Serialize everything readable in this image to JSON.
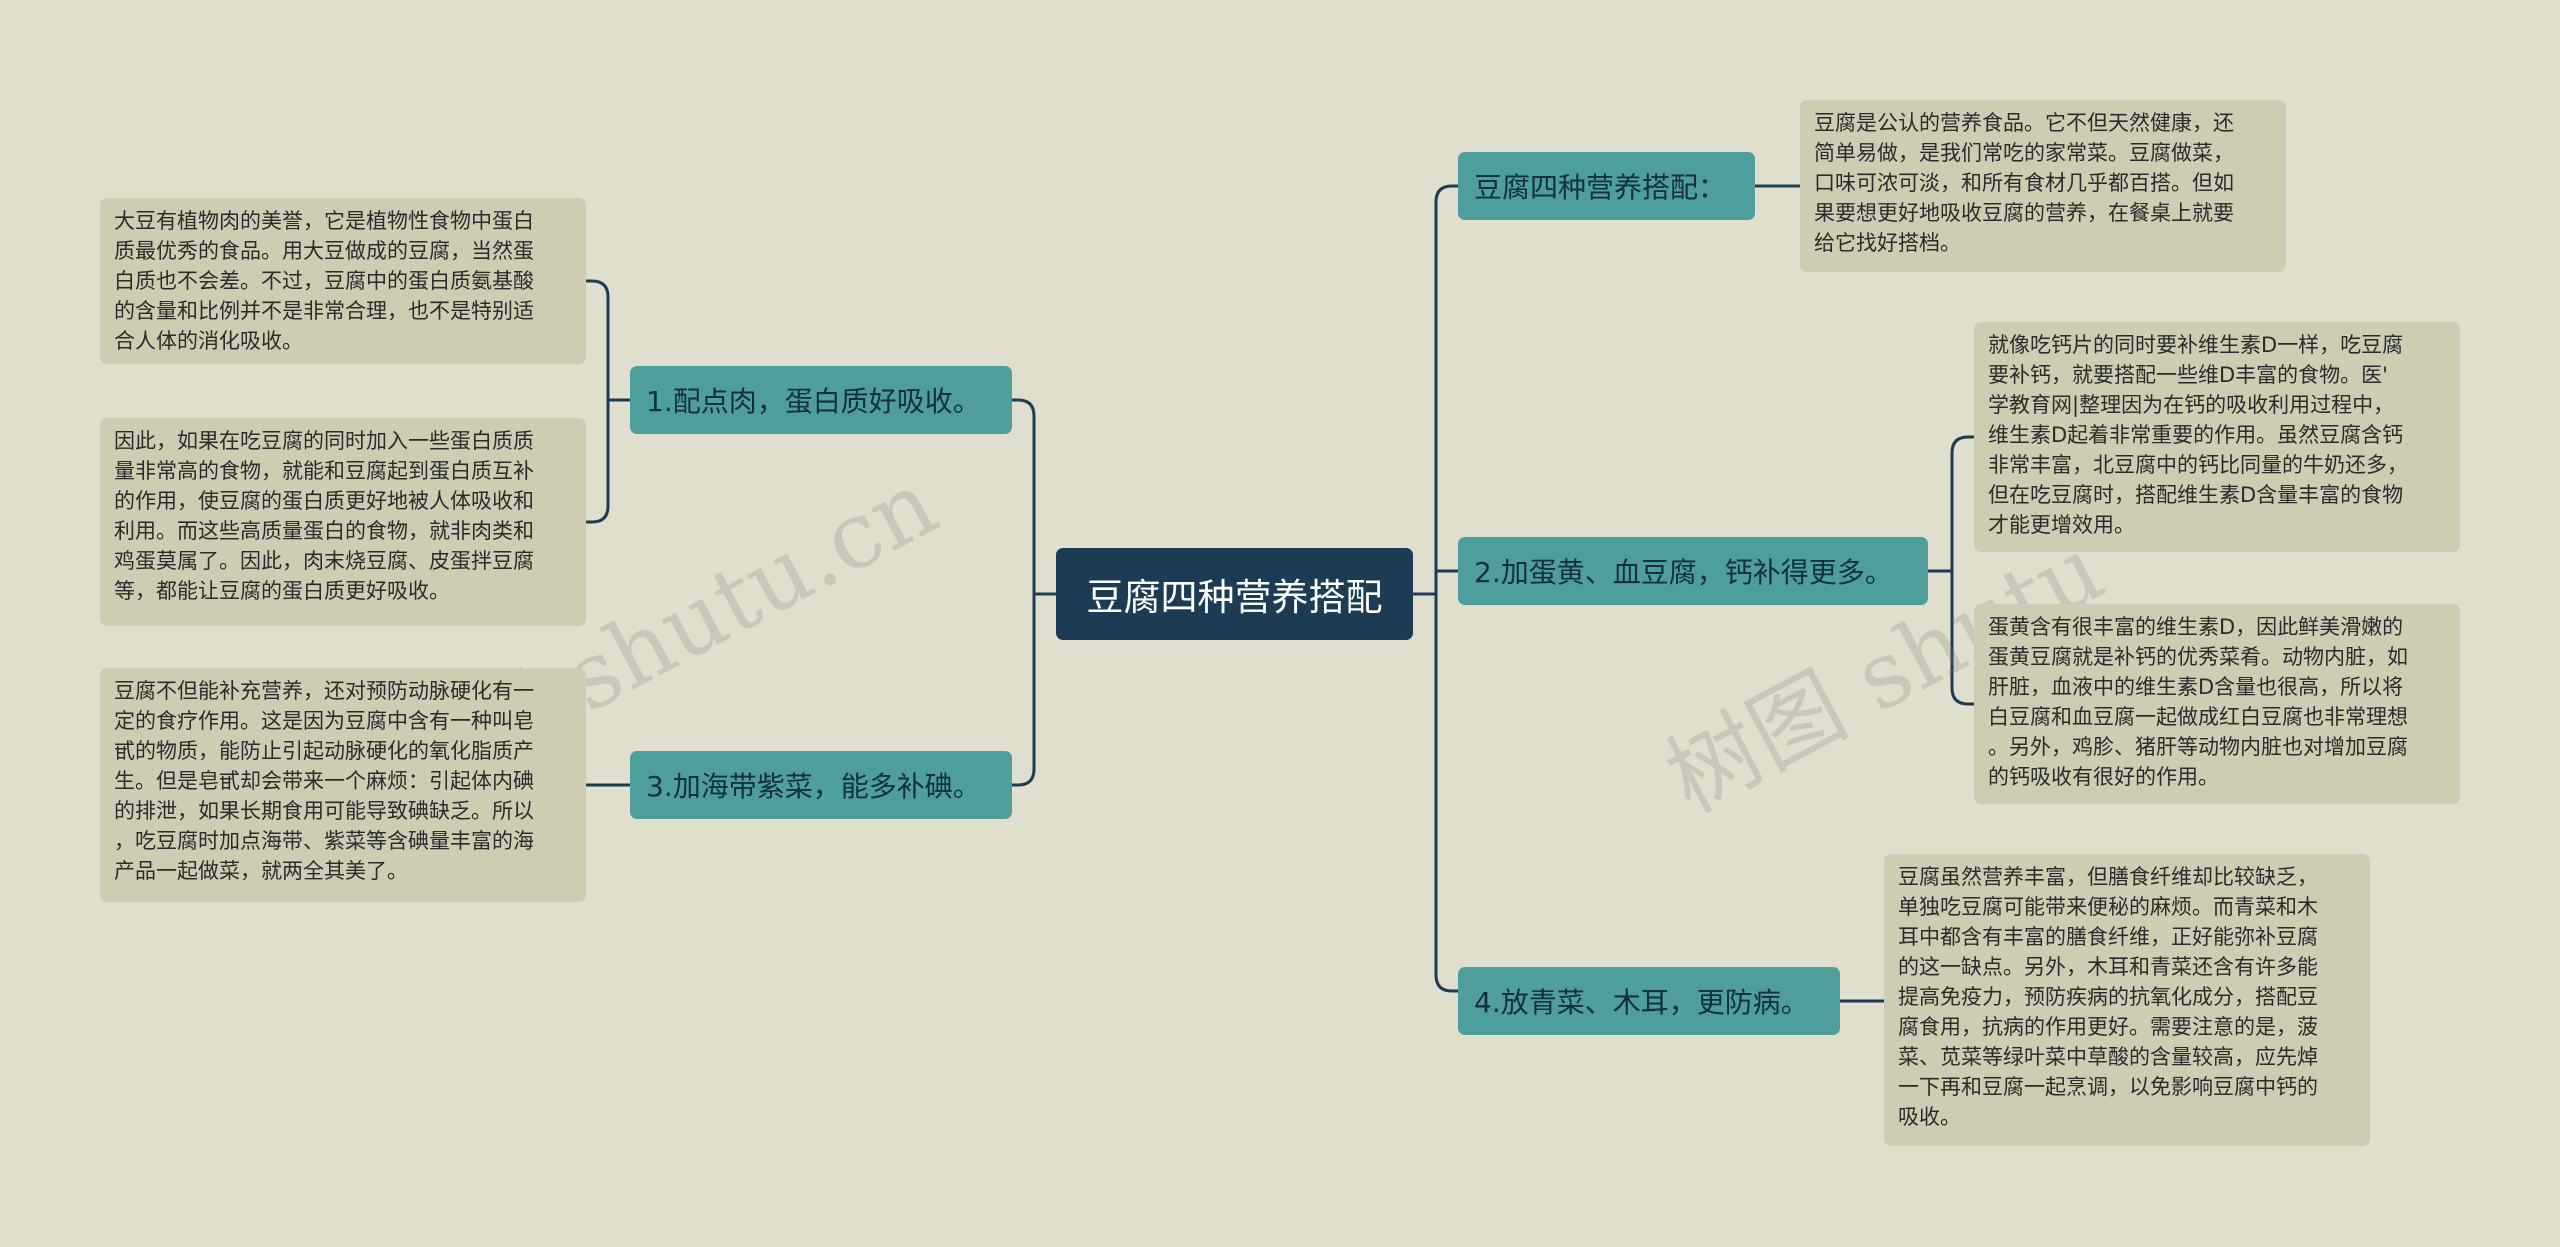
{
  "watermarks": [
    "树图 shutu.cn",
    "树图 shutu"
  ],
  "central": {
    "label": "豆腐四种营养搭配"
  },
  "branches": [
    {
      "label": "1.配点肉，蛋白质好吸收。",
      "leaves": [
        "大豆有植物肉的美誉，它是植物性食物中蛋白\n质最优秀的食品。用大豆做成的豆腐，当然蛋\n白质也不会差。不过，豆腐中的蛋白质氨基酸\n的含量和比例并不是非常合理，也不是特别适\n合人体的消化吸收。",
        "因此，如果在吃豆腐的同时加入一些蛋白质质\n量非常高的食物，就能和豆腐起到蛋白质互补\n的作用，使豆腐的蛋白质更好地被人体吸收和\n利用。而这些高质量蛋白的食物，就非肉类和\n鸡蛋莫属了。因此，肉末烧豆腐、皮蛋拌豆腐\n等，都能让豆腐的蛋白质更好吸收。"
      ]
    },
    {
      "label": "3.加海带紫菜，能多补碘。",
      "leaves": [
        "豆腐不但能补充营养，还对预防动脉硬化有一\n定的食疗作用。这是因为豆腐中含有一种叫皂\n甙的物质，能防止引起动脉硬化的氧化脂质产\n生。但是皂甙却会带来一个麻烦：引起体内碘\n的排泄，如果长期食用可能导致碘缺乏。所以\n，吃豆腐时加点海带、紫菜等含碘量丰富的海\n产品一起做菜，就两全其美了。"
      ]
    },
    {
      "label": "豆腐四种营养搭配：",
      "leaves": [
        "豆腐是公认的营养食品。它不但天然健康，还\n简单易做，是我们常吃的家常菜。豆腐做菜，\n口味可浓可淡，和所有食材几乎都百搭。但如\n果要想更好地吸收豆腐的营养，在餐桌上就要\n给它找好搭档。"
      ]
    },
    {
      "label": "2.加蛋黄、血豆腐，钙补得更多。",
      "leaves": [
        "就像吃钙片的同时要补维生素D一样，吃豆腐\n要补钙，就要搭配一些维D丰富的食物。医'\n学教育网|整理因为在钙的吸收利用过程中，\n维生素D起着非常重要的作用。虽然豆腐含钙\n非常丰富，北豆腐中的钙比同量的牛奶还多，\n但在吃豆腐时，搭配维生素D含量丰富的食物\n才能更增效用。",
        "蛋黄含有很丰富的维生素D，因此鲜美滑嫩的\n蛋黄豆腐就是补钙的优秀菜肴。动物内脏，如\n肝脏，血液中的维生素D含量也很高，所以将\n白豆腐和血豆腐一起做成红白豆腐也非常理想\n。另外，鸡胗、猪肝等动物内脏也对增加豆腐\n的钙吸收有很好的作用。"
      ]
    },
    {
      "label": "4.放青菜、木耳，更防病。",
      "leaves": [
        "豆腐虽然营养丰富，但膳食纤维却比较缺乏，\n单独吃豆腐可能带来便秘的麻烦。而青菜和木\n耳中都含有丰富的膳食纤维，正好能弥补豆腐\n的这一缺点。另外，木耳和青菜还含有许多能\n提高免疫力，预防疾病的抗氧化成分，搭配豆\n腐食用，抗病的作用更好。需要注意的是，菠\n菜、苋菜等绿叶菜中草酸的含量较高，应先焯\n一下再和豆腐一起烹调，以免影响豆腐中钙的\n吸收。"
      ]
    }
  ],
  "colors": {
    "background": "#e0decc",
    "central": "#1c3c56",
    "branch": "#4e9e9c",
    "leaf": "#cfccb4",
    "line": "#1c3c56"
  }
}
